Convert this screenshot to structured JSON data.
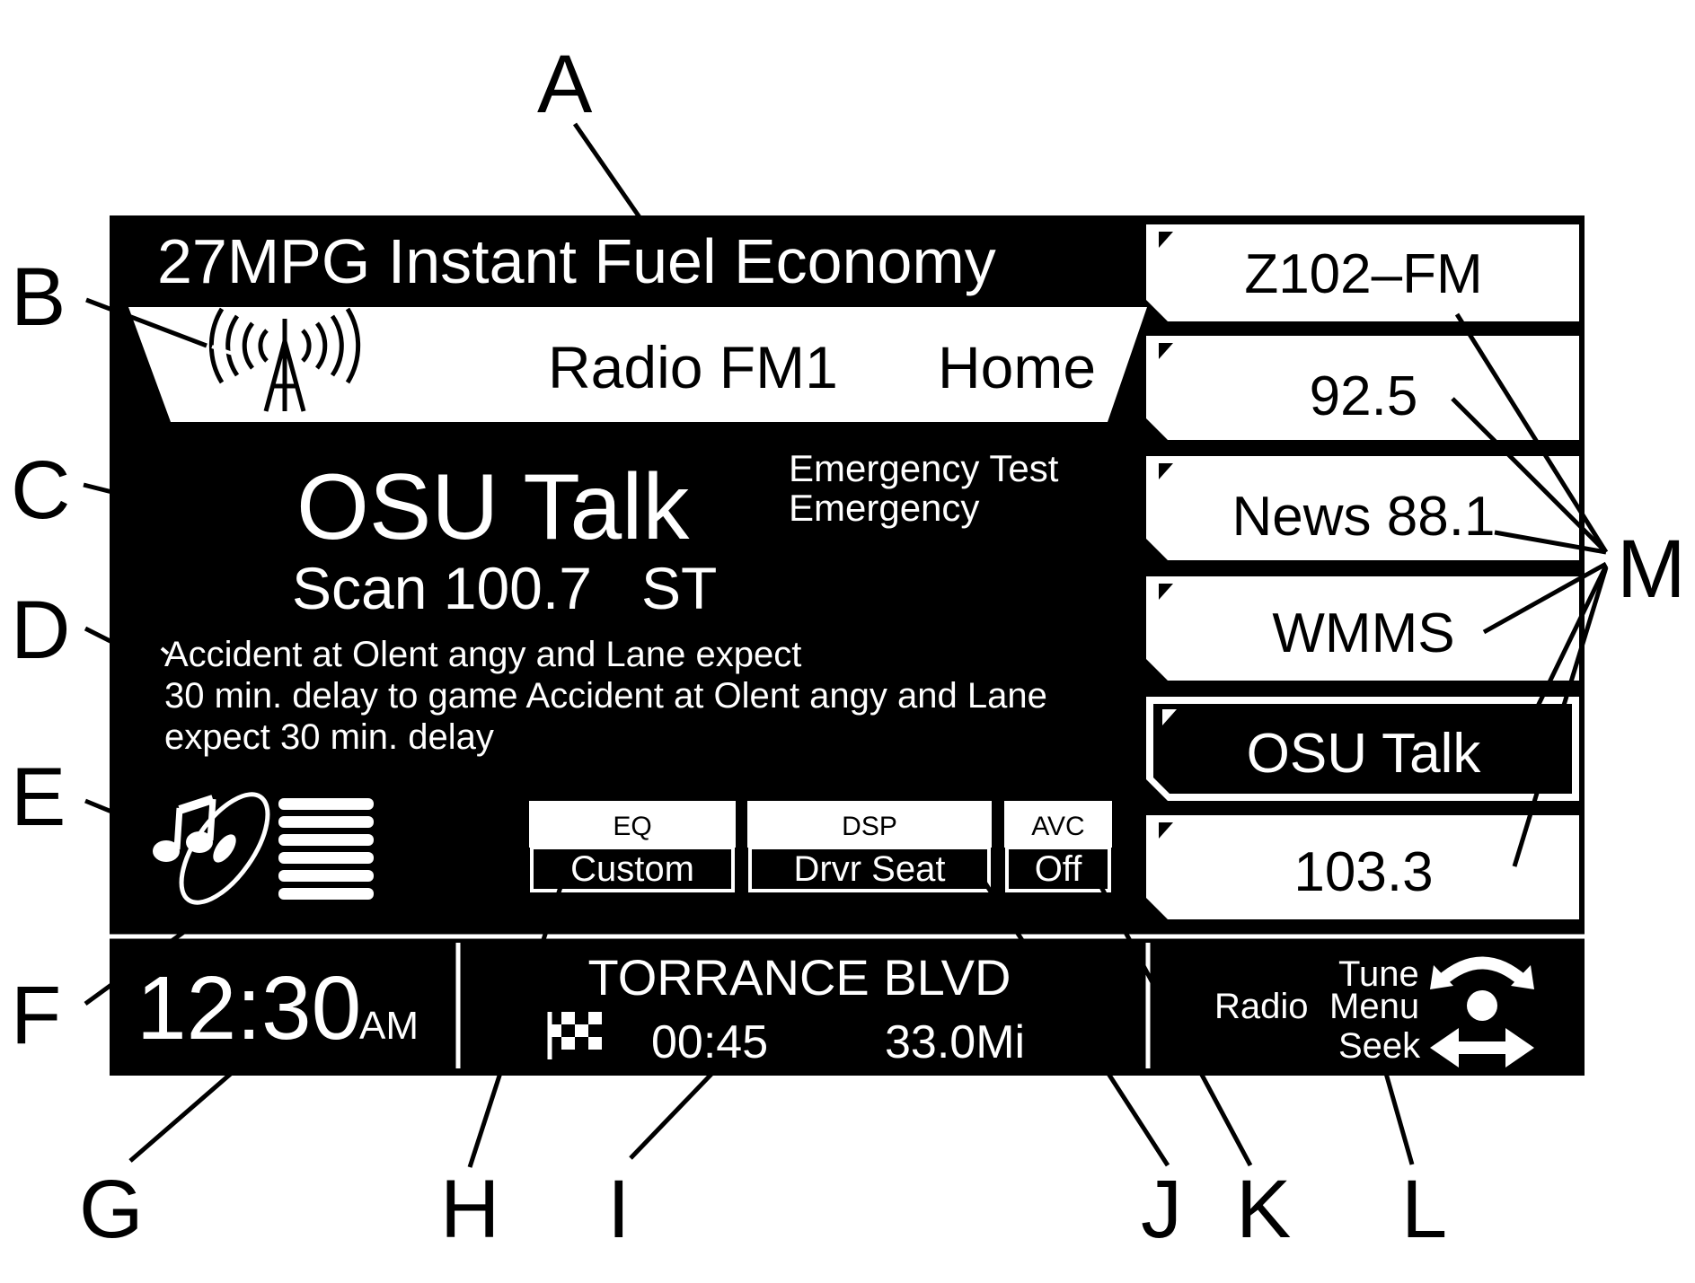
{
  "callout_letters": {
    "A": "A",
    "B": "B",
    "C": "C",
    "D": "D",
    "E": "E",
    "F": "F",
    "G": "G",
    "H": "H",
    "I": "I",
    "J": "J",
    "K": "K",
    "L": "L",
    "M": "M"
  },
  "header": {
    "fuel_economy": "27MPG Instant Fuel Economy",
    "source": "Radio FM1",
    "home": "Home"
  },
  "station": {
    "name": "OSU Talk",
    "scan_line": "Scan 100.7   ST",
    "alert_line1": "Emergency Test",
    "alert_line2": "Emergency",
    "message_line1": "Accident at Olent angy and Lane expect",
    "message_line2": "30 min. delay to game Accident at Olent angy and Lane",
    "message_line3": "expect 30 min. delay"
  },
  "audio": {
    "eq_label": "EQ",
    "eq_value": "Custom",
    "dsp_label": "DSP",
    "dsp_value": "Drvr Seat",
    "avc_label": "AVC",
    "avc_value": "Off"
  },
  "presets": [
    {
      "label": "Z102–FM",
      "selected": false
    },
    {
      "label": "92.5",
      "selected": false
    },
    {
      "label": "News 88.1",
      "selected": false
    },
    {
      "label": "WMMS",
      "selected": false
    },
    {
      "label": "OSU Talk",
      "selected": true
    },
    {
      "label": "103.3",
      "selected": false
    }
  ],
  "status_bar": {
    "time": "12:30",
    "ampm": "AM",
    "street": "TORRANCE BLVD",
    "eta": "00:45",
    "distance": "33.0Mi",
    "radio_label": "Radio",
    "menu_label": "Menu",
    "tune_label": "Tune",
    "seek_label": "Seek"
  },
  "icons": [
    "antenna-icon",
    "music-cd-icon",
    "list-bars-icon",
    "checkered-flag-icon",
    "tune-arc-icon",
    "menu-knob-icon",
    "seek-arrows-icon"
  ],
  "colors": {
    "screen": "#000000",
    "foreground": "#ffffff"
  }
}
